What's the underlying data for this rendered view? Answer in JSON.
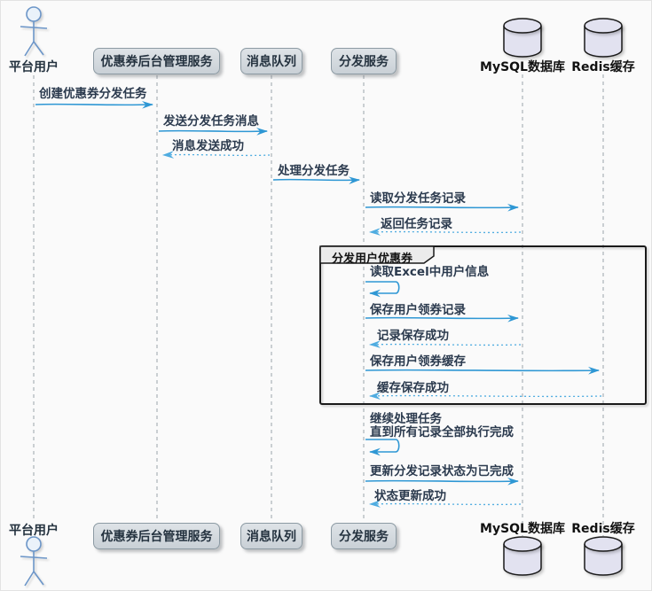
{
  "participants": {
    "user": {
      "label": "平台用户",
      "type": "actor"
    },
    "service": {
      "label": "优惠券后台管理服务",
      "type": "participant"
    },
    "mq": {
      "label": "消息队列",
      "type": "participant"
    },
    "dispatch": {
      "label": "分发服务",
      "type": "participant"
    },
    "mysql": {
      "label": "MySQL数据库",
      "type": "database"
    },
    "redis": {
      "label": "Redis缓存",
      "type": "database"
    }
  },
  "fragment": {
    "label": "分发用户优惠券"
  },
  "messages": [
    {
      "text": "创建优惠券分发任务",
      "from": "平台用户",
      "to": "优惠券后台管理服务",
      "line": "solid"
    },
    {
      "text": "发送分发任务消息",
      "from": "优惠券后台管理服务",
      "to": "消息队列",
      "line": "solid"
    },
    {
      "text": "消息发送成功",
      "from": "消息队列",
      "to": "优惠券后台管理服务",
      "line": "dashed"
    },
    {
      "text": "处理分发任务",
      "from": "消息队列",
      "to": "分发服务",
      "line": "solid"
    },
    {
      "text": "读取分发任务记录",
      "from": "分发服务",
      "to": "MySQL数据库",
      "line": "solid"
    },
    {
      "text": "返回任务记录",
      "from": "MySQL数据库",
      "to": "分发服务",
      "line": "dashed"
    },
    {
      "text": "读取Excel中用户信息",
      "from": "分发服务",
      "to": "分发服务",
      "line": "self"
    },
    {
      "text": "保存用户领券记录",
      "from": "分发服务",
      "to": "MySQL数据库",
      "line": "solid"
    },
    {
      "text": "记录保存成功",
      "from": "MySQL数据库",
      "to": "分发服务",
      "line": "dashed"
    },
    {
      "text": "保存用户领券缓存",
      "from": "分发服务",
      "to": "Redis缓存",
      "line": "solid"
    },
    {
      "text": "缓存保存成功",
      "from": "Redis缓存",
      "to": "分发服务",
      "line": "dashed"
    },
    {
      "text": "继续处理任务\n直到所有记录全部执行完成",
      "from": "分发服务",
      "to": "分发服务",
      "line": "self"
    },
    {
      "text": "更新分发记录状态为已完成",
      "from": "分发服务",
      "to": "MySQL数据库",
      "line": "solid"
    },
    {
      "text": "状态更新成功",
      "from": "MySQL数据库",
      "to": "分发服务",
      "line": "dashed"
    }
  ],
  "colors": {
    "background": "#FAFAFA",
    "arrow_solid": "#2E97D4",
    "arrow_return": "#4FACE0",
    "participant_fill": "#D8DEE2",
    "participant_border": "#8C9AA3",
    "database_fill": "#E2E2F0",
    "fragment_border": "#1A1A1A",
    "fragment_label_fill": "#EBEBEB",
    "lifeline": "#9AA4AB",
    "text": "#2B3A4E"
  }
}
